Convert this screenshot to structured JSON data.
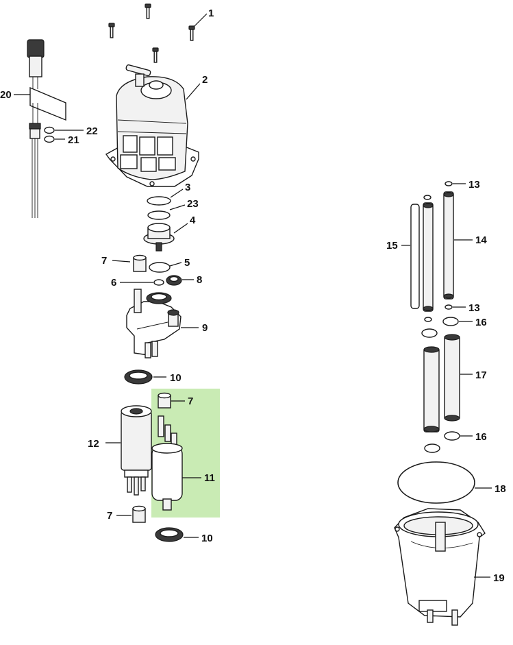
{
  "diagram": {
    "highlight_color": "#c9ebb4",
    "callouts": [
      {
        "id": "c1",
        "label": "1"
      },
      {
        "id": "c2",
        "label": "2"
      },
      {
        "id": "c3",
        "label": "3"
      },
      {
        "id": "c23",
        "label": "23"
      },
      {
        "id": "c4",
        "label": "4"
      },
      {
        "id": "c7a",
        "label": "7"
      },
      {
        "id": "c5",
        "label": "5"
      },
      {
        "id": "c6",
        "label": "6"
      },
      {
        "id": "c8",
        "label": "8"
      },
      {
        "id": "c9",
        "label": "9"
      },
      {
        "id": "c10a",
        "label": "10"
      },
      {
        "id": "c7b",
        "label": "7"
      },
      {
        "id": "c12",
        "label": "12"
      },
      {
        "id": "c11",
        "label": "11"
      },
      {
        "id": "c7c",
        "label": "7"
      },
      {
        "id": "c10b",
        "label": "10"
      },
      {
        "id": "c20",
        "label": "20"
      },
      {
        "id": "c22",
        "label": "22"
      },
      {
        "id": "c21",
        "label": "21"
      },
      {
        "id": "c13a",
        "label": "13"
      },
      {
        "id": "c15",
        "label": "15"
      },
      {
        "id": "c14",
        "label": "14"
      },
      {
        "id": "c13b",
        "label": "13"
      },
      {
        "id": "c16a",
        "label": "16"
      },
      {
        "id": "c17",
        "label": "17"
      },
      {
        "id": "c16b",
        "label": "16"
      },
      {
        "id": "c18",
        "label": "18"
      },
      {
        "id": "c19",
        "label": "19"
      }
    ]
  }
}
